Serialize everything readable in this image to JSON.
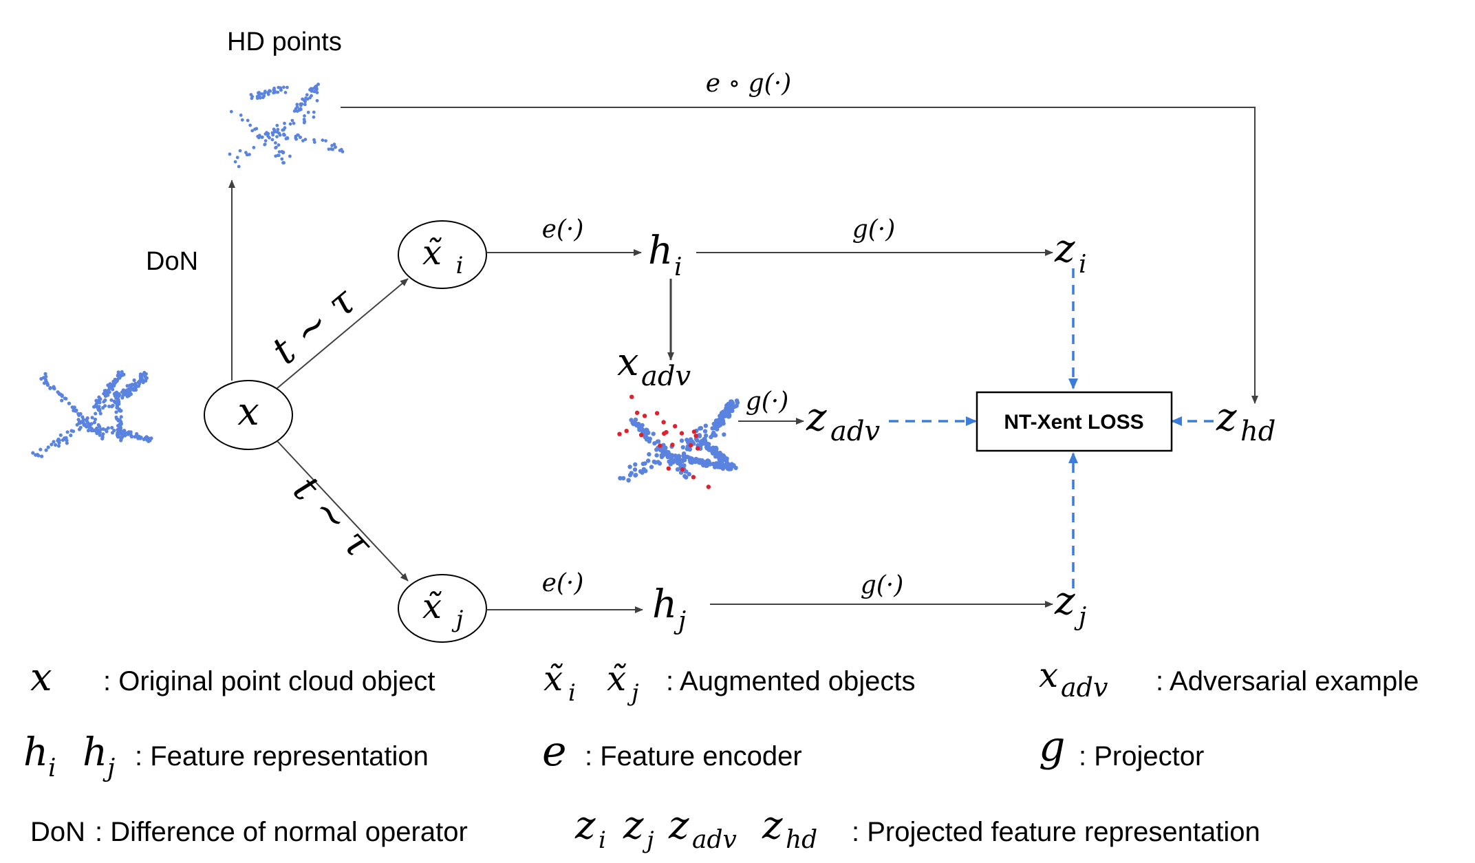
{
  "labels": {
    "hd_points": "HD points",
    "don": "DoN",
    "e_compose_g": "e ∘ g(·)",
    "e_fn": "e(·)",
    "g_fn": "g(·)",
    "t_tau": "t ∼ τ",
    "loss": "NT-Xent LOSS"
  },
  "symbols": {
    "x": "x",
    "x_tilde": "x̃",
    "h": "h",
    "z": "z",
    "sub_i": "i",
    "sub_j": "j",
    "sub_adv": "adv",
    "sub_hd": "hd"
  },
  "legend": {
    "x_desc": ": Original point cloud object",
    "aug_desc": ":  Augmented objects",
    "adv_desc": ": Adversarial example",
    "h_desc": ": Feature representation",
    "e_symbol": "e",
    "e_desc": ": Feature encoder",
    "g_symbol": "g",
    "g_desc": ": Projector",
    "don_symbol": "DoN",
    "don_desc": " : Difference of normal operator",
    "z_desc": ": Projected feature representation"
  },
  "colors": {
    "line": "#404040",
    "dashed_arrow": "#3b7dd8",
    "point_cloud": "#5a83e0",
    "adversarial_points": "#e0202a"
  },
  "icons": [
    "airplane-point-cloud-icon",
    "hd-points-cloud-icon",
    "adversarial-airplane-icon"
  ]
}
